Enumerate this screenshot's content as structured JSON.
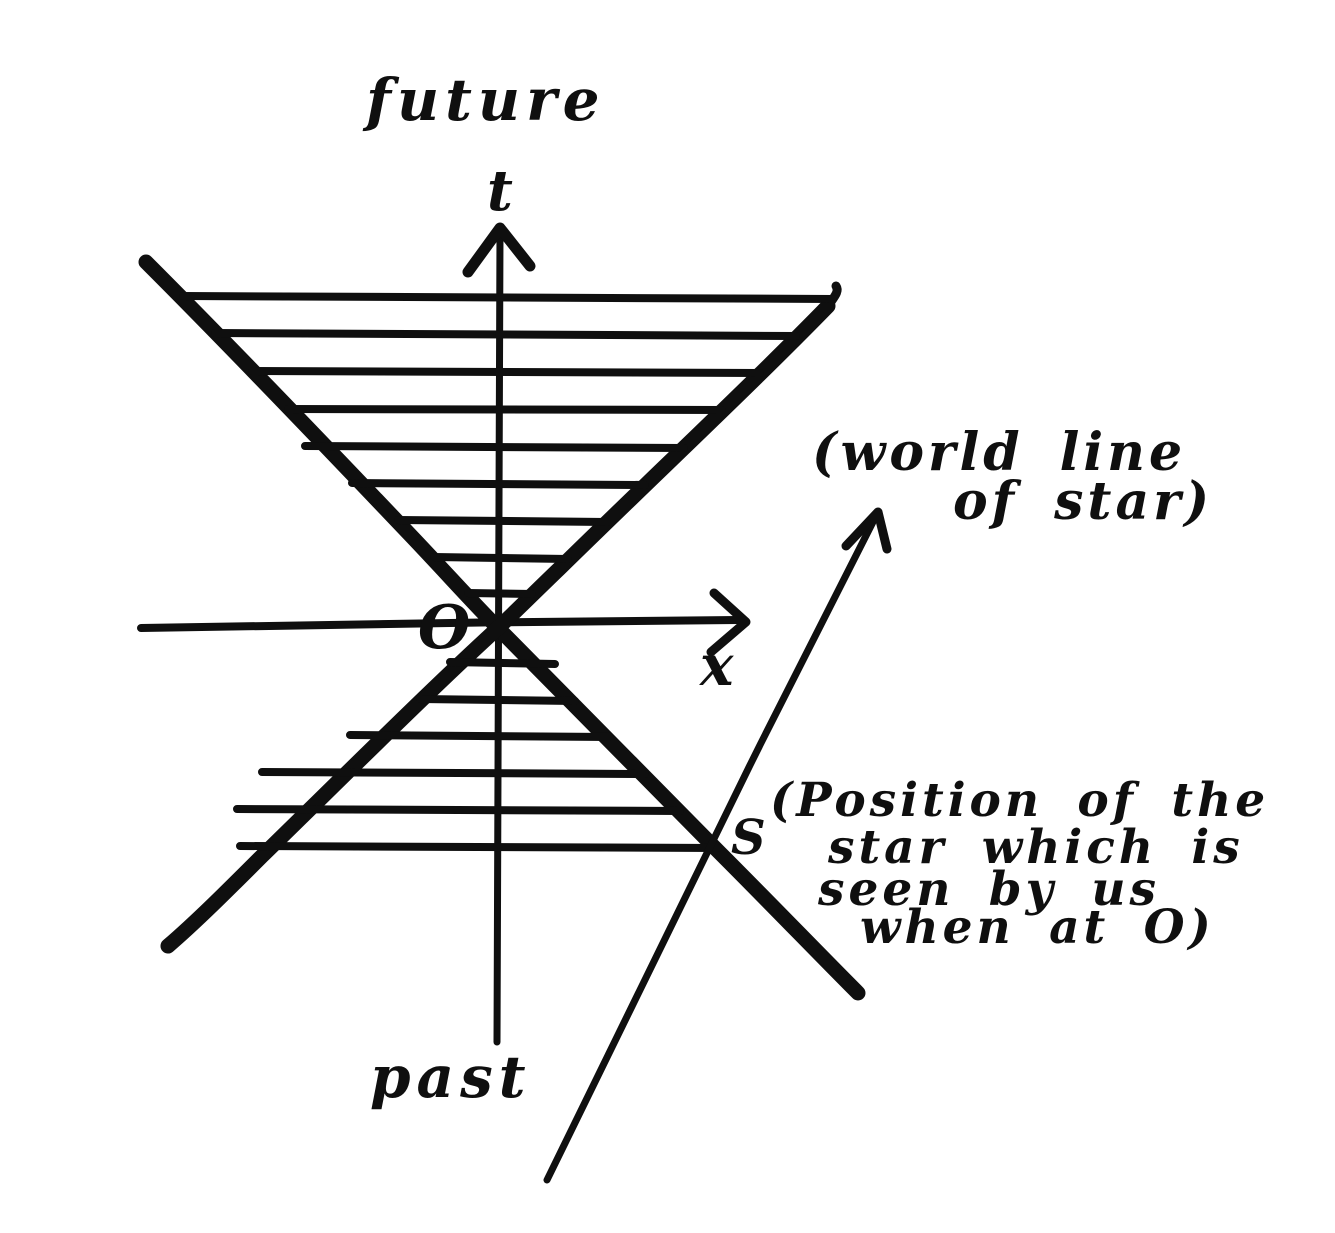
{
  "figure": {
    "background_color": "#ffffff",
    "ink_color": "#0f0f0f",
    "labels": {
      "future": "future",
      "past": "past",
      "t_axis": "t",
      "x_axis": "x",
      "origin": "O",
      "star_point": "S"
    },
    "world_line_label": {
      "line1": "(world line",
      "line2": "of star)"
    },
    "position_note": {
      "line1": "(Position of the",
      "line2": "star which is",
      "line3": "seen by us",
      "line4": "when at O)"
    }
  }
}
